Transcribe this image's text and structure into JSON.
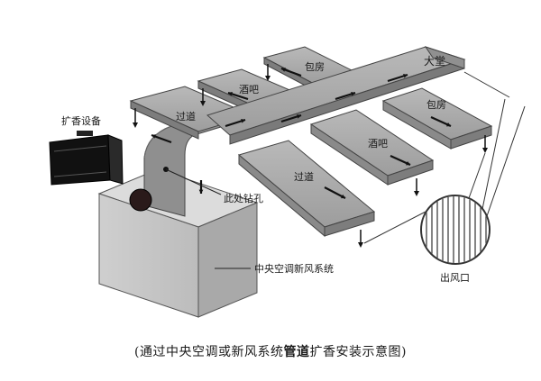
{
  "labels": {
    "fragrance_device": "扩香设备",
    "hall": "大堂",
    "private_room_upper": "包房",
    "private_room_right": "包房",
    "bar_upper": "酒吧",
    "bar_lower": "酒吧",
    "corridor_upper": "过道",
    "corridor_lower": "过道",
    "drill_hole": "此处钻孔",
    "central_system": "中央空调新风系统",
    "air_outlet": "出风口"
  },
  "caption": {
    "prefix": "(通过中央空调或新风系统",
    "bold": "管道",
    "suffix": "扩香安装示意图)"
  }
}
